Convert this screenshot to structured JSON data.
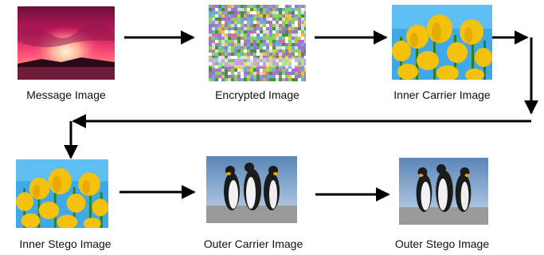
{
  "stages": [
    {
      "id": "message",
      "label": "Message Image",
      "icon": "sunset-photo"
    },
    {
      "id": "encrypted",
      "label": "Encrypted Image",
      "icon": "noise-photo"
    },
    {
      "id": "inner_carrier",
      "label": "Inner Carrier Image",
      "icon": "tulips-photo"
    },
    {
      "id": "inner_stego",
      "label": "Inner Stego Image",
      "icon": "tulips-photo"
    },
    {
      "id": "outer_carrier",
      "label": "Outer Carrier Image",
      "icon": "penguins-photo"
    },
    {
      "id": "outer_stego",
      "label": "Outer Stego Image",
      "icon": "penguins-photo"
    }
  ],
  "colors": {
    "arrow": "#000000",
    "background": "#ffffff",
    "text": "#111111"
  }
}
